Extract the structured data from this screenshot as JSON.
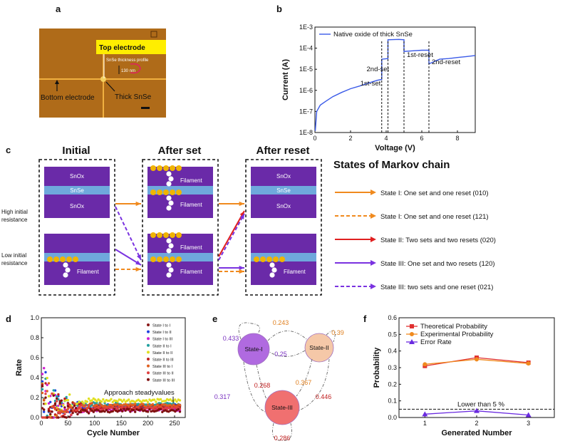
{
  "panel_labels": {
    "a": "a",
    "b": "b",
    "c": "c",
    "d": "d",
    "e": "e",
    "f": "f"
  },
  "panel_a": {
    "top_electrode": "Top electrode",
    "bottom_electrode": "Bottom electrode",
    "thick_snse": "Thick SnSe",
    "thickness_profile": "SnSe thickness profile",
    "thickness_value": "130 nm"
  },
  "panel_b": {
    "chart_data": {
      "type": "line",
      "legend": "Native oxide of thick SnSe",
      "xlabel": "Voltage (V)",
      "ylabel": "Current (A)",
      "xlim": [
        0,
        9
      ],
      "ylim": [
        1e-08,
        0.001
      ],
      "yscale": "log",
      "xticks": [
        "0",
        "2",
        "4",
        "6",
        "8"
      ],
      "yticks": [
        "1E-8",
        "1E-7",
        "1E-6",
        "1E-5",
        "1E-4",
        "1E-3"
      ],
      "series": [
        {
          "x": [
            0.02,
            0.1,
            0.3,
            0.6,
            1.0,
            1.5,
            2.0,
            2.5,
            3.0,
            3.5,
            3.75,
            3.75,
            4.1,
            4.1,
            4.7,
            5.0,
            5.0,
            5.5,
            6.0,
            6.4,
            6.4,
            7.0,
            7.5,
            8.0,
            8.5,
            9.0
          ],
          "y": [
            1.2e-08,
            1e-07,
            2e-07,
            3e-07,
            5e-07,
            8e-07,
            1.2e-06,
            1.6e-06,
            2.2e-06,
            3e-06,
            3.3e-06,
            3e-05,
            3.2e-05,
            0.00025,
            0.00026,
            0.00025,
            7e-05,
            7.5e-05,
            8e-05,
            8e-05,
            1.8e-05,
            3e-05,
            3.2e-05,
            3.6e-05,
            4e-05,
            4.5e-05
          ]
        }
      ],
      "annotations": [
        {
          "text": "1st-set",
          "x": 3.75
        },
        {
          "text": "2nd-set",
          "x": 4.1
        },
        {
          "text": "1st-reset",
          "x": 5.0
        },
        {
          "text": "2nd-reset",
          "x": 6.4
        }
      ]
    }
  },
  "panel_c": {
    "col_initial": "Initial",
    "col_after_set": "After set",
    "col_after_reset": "After reset",
    "row_high": "High initial resistance",
    "row_low": "Low initial resistance",
    "layer_snox": "SnOx",
    "layer_snse": "SnSe",
    "filament": "Filament",
    "states_title": "States of Markov chain",
    "legend": [
      {
        "label": "State I: One set and one reset (010)",
        "color": "#f08a1e",
        "dashed": false
      },
      {
        "label": "State I: One set and one reset (121)",
        "color": "#f08a1e",
        "dashed": true
      },
      {
        "label": "State II: Two sets and two resets (020)",
        "color": "#e02020",
        "dashed": false
      },
      {
        "label": "State III: One set and two resets (120)",
        "color": "#7a32e0",
        "dashed": false
      },
      {
        "label": "State III: two sets and one reset (021)",
        "color": "#7a32e0",
        "dashed": true
      }
    ]
  },
  "panel_d": {
    "chart_data": {
      "type": "scatter",
      "xlabel": "Cycle Number",
      "ylabel": "Rate",
      "xlim": [
        0,
        270
      ],
      "ylim": [
        0,
        1.0
      ],
      "xticks": [
        "0",
        "50",
        "100",
        "150",
        "200",
        "250"
      ],
      "yticks": [
        "0.0",
        "0.2",
        "0.4",
        "0.6",
        "0.8",
        "1.0"
      ],
      "annotation": "Approach steadyvalues",
      "series": [
        {
          "name": "State I to I",
          "color": "#8b1a1a",
          "steady": 0.1
        },
        {
          "name": "State I to II",
          "color": "#2040e0",
          "steady": 0.12
        },
        {
          "name": "State I to III",
          "color": "#d020d0",
          "steady": 0.08
        },
        {
          "name": "State II to I",
          "color": "#20a0a0",
          "steady": 0.13
        },
        {
          "name": "State II to II",
          "color": "#e0e020",
          "steady": 0.17
        },
        {
          "name": "State II to III",
          "color": "#c02020",
          "steady": 0.11
        },
        {
          "name": "State III to I",
          "color": "#e06020",
          "steady": 0.12
        },
        {
          "name": "State III to II",
          "color": "#e04040",
          "steady": 0.09
        },
        {
          "name": "State III to III",
          "color": "#801010",
          "steady": 0.07
        }
      ]
    }
  },
  "panel_e": {
    "states": [
      {
        "label": "State-I",
        "color": "#b06ae0"
      },
      {
        "label": "State-II",
        "color": "#f5c8a8"
      },
      {
        "label": "State-III",
        "color": "#f07070"
      }
    ],
    "values": [
      {
        "text": "0.433",
        "color": "#7a32c0"
      },
      {
        "text": "0.243",
        "color": "#e08020"
      },
      {
        "text": "0.39",
        "color": "#e08020"
      },
      {
        "text": "0.25",
        "color": "#7a32c0"
      },
      {
        "text": "0.268",
        "color": "#c02020"
      },
      {
        "text": "0.367",
        "color": "#e08020"
      },
      {
        "text": "0.317",
        "color": "#7a32c0"
      },
      {
        "text": "0.446",
        "color": "#c02020"
      },
      {
        "text": "0.286",
        "color": "#c02020"
      }
    ]
  },
  "panel_f": {
    "chart_data": {
      "type": "line",
      "xlabel": "Generated Number",
      "ylabel": "Probability",
      "xlim": [
        0.5,
        3.5
      ],
      "ylim": [
        0,
        0.6
      ],
      "categories": [
        "1",
        "2",
        "3"
      ],
      "yticks": [
        "0.0",
        "0.1",
        "0.2",
        "0.3",
        "0.4",
        "0.5",
        "0.6"
      ],
      "annotation": "Lower than 5 %",
      "series": [
        {
          "name": "Theoretical Probability",
          "color": "#e03030",
          "marker": "square",
          "values": [
            0.31,
            0.36,
            0.33
          ]
        },
        {
          "name": "Experimental Probability",
          "color": "#f08a1e",
          "marker": "circle",
          "values": [
            0.32,
            0.35,
            0.325
          ]
        },
        {
          "name": "Error Rate",
          "color": "#6a2ae0",
          "marker": "triangle",
          "values": [
            0.02,
            0.04,
            0.015
          ]
        }
      ]
    }
  }
}
